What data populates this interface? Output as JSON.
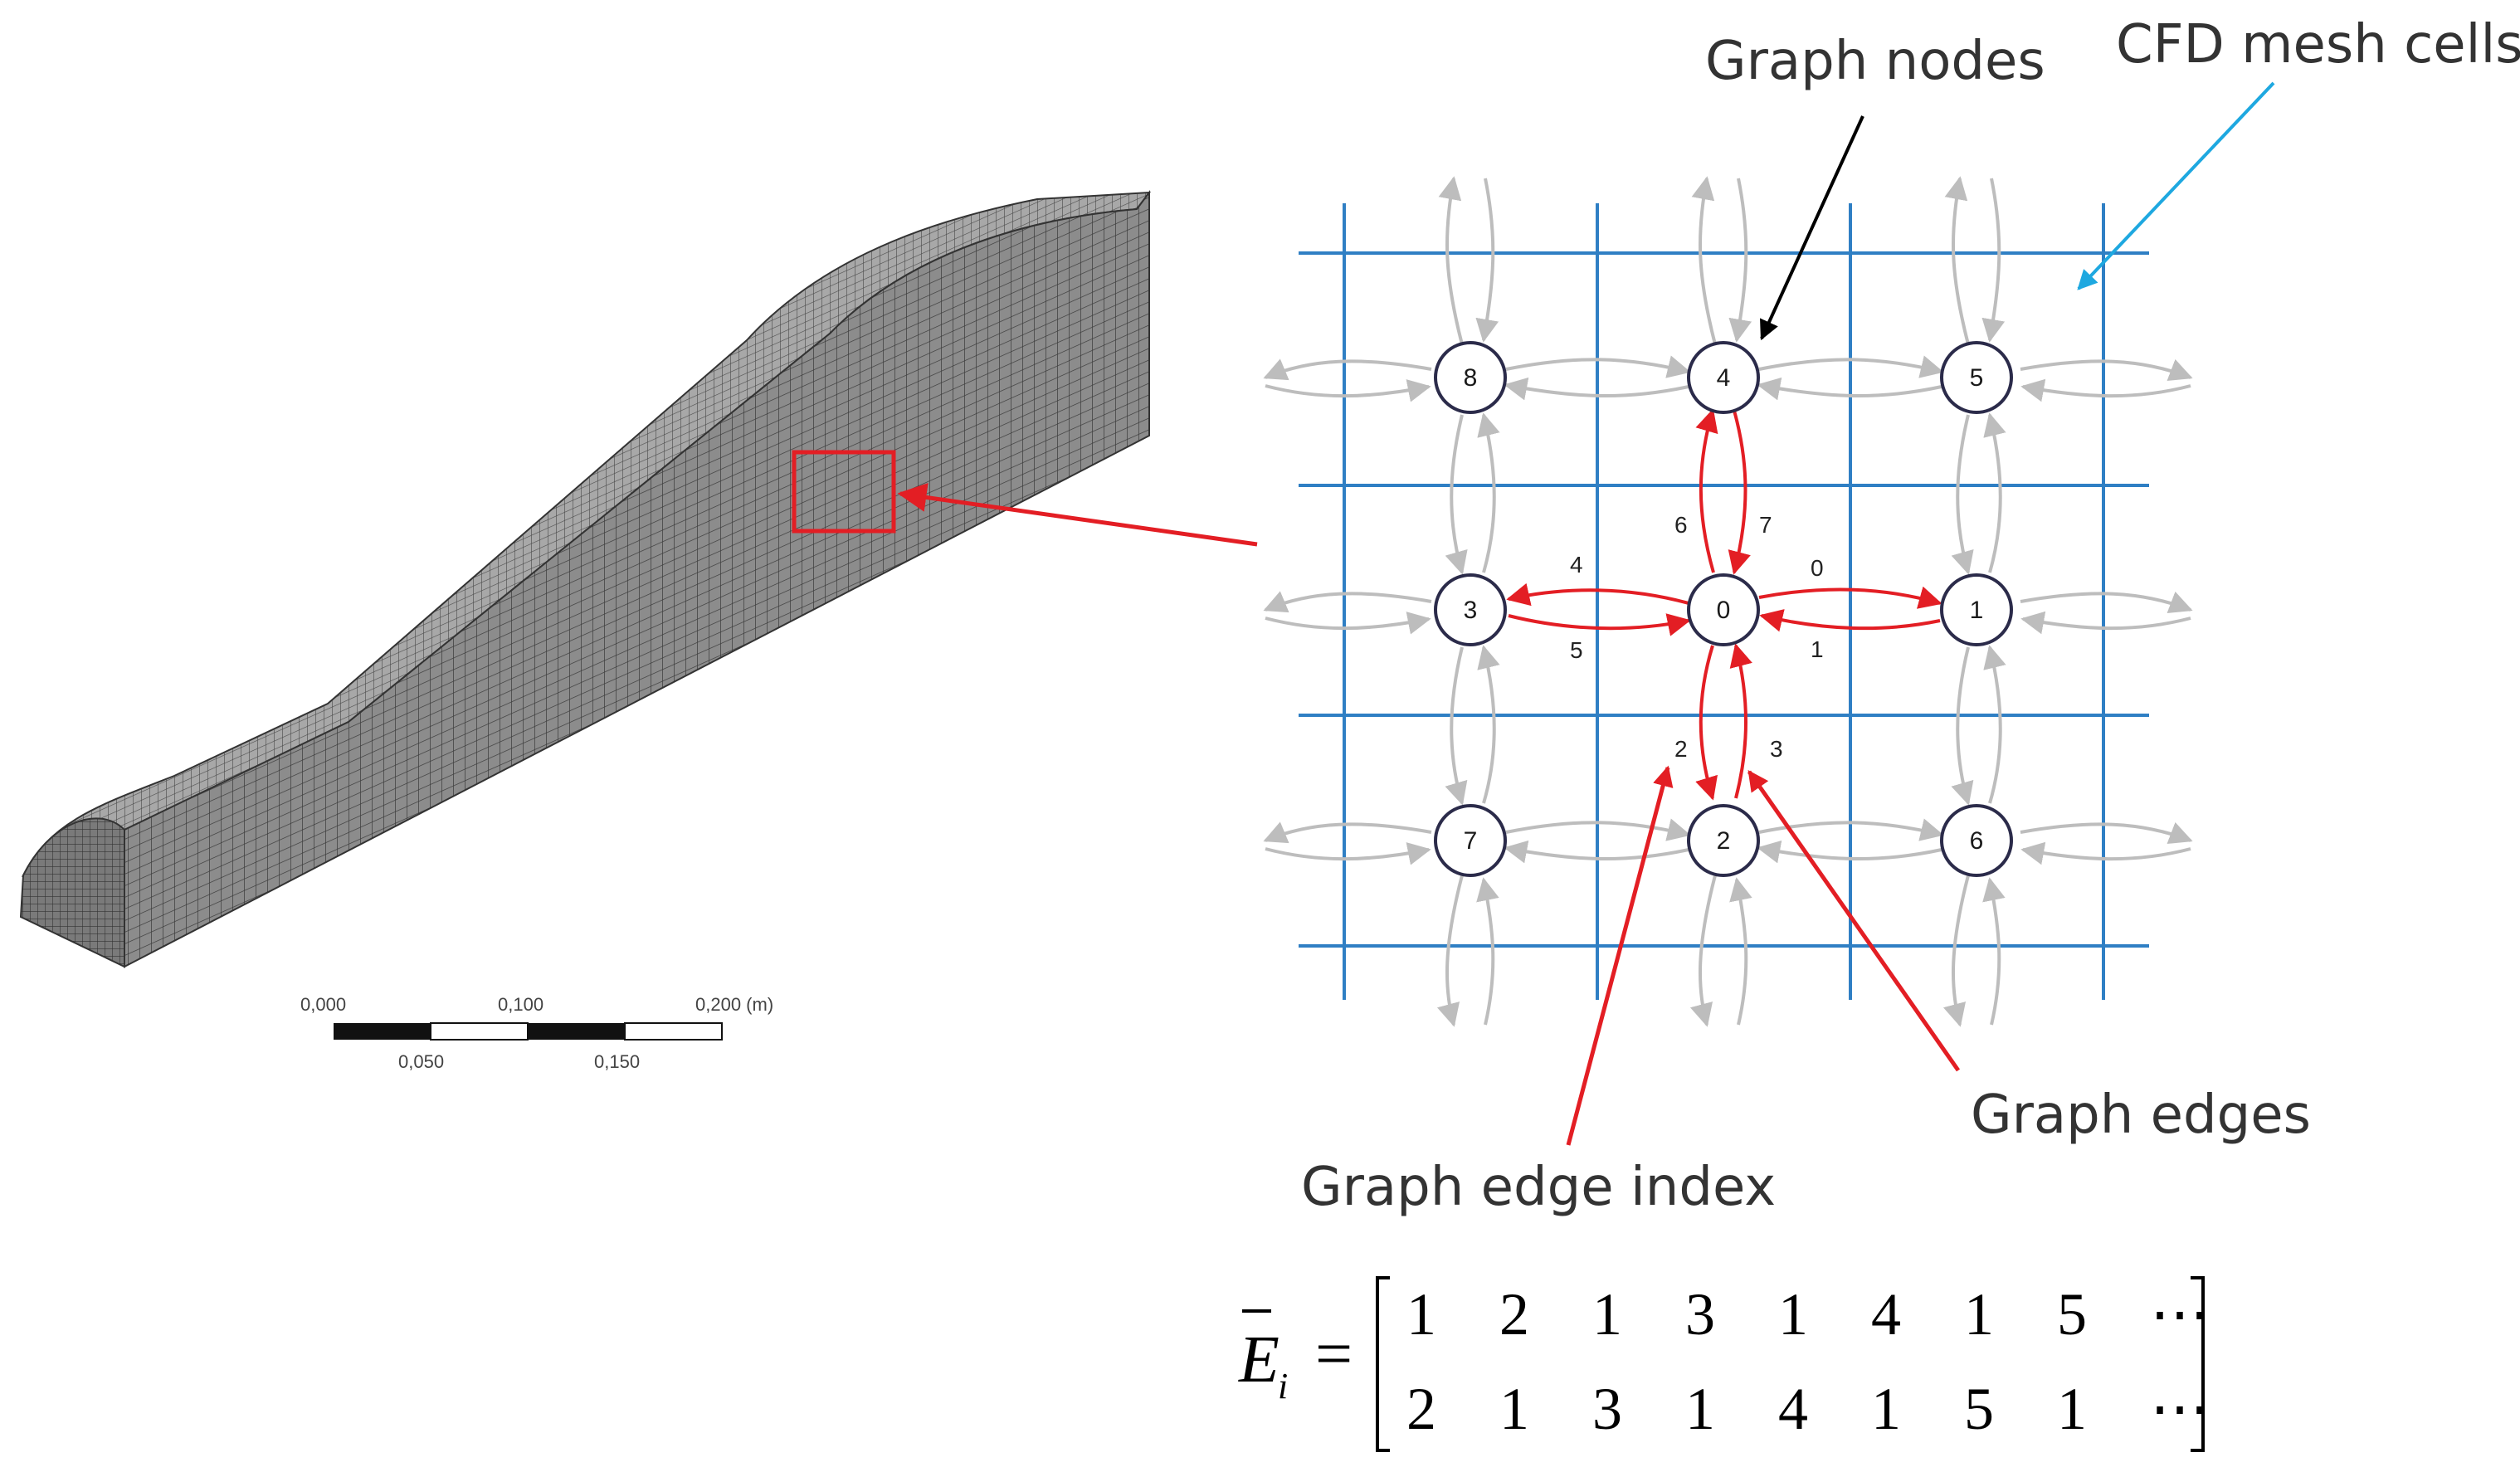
{
  "labels": {
    "graph_nodes": "Graph nodes",
    "cfd_mesh_cells": "CFD mesh cells",
    "graph_edges": "Graph edges",
    "graph_edge_index": "Graph edge index"
  },
  "scale_bar": {
    "top_ticks": [
      "0,000",
      "0,100",
      "0,200 (m)"
    ],
    "bottom_ticks": [
      "0,050",
      "0,150"
    ]
  },
  "nodes": [
    {
      "id": "8",
      "row": 0,
      "col": 0
    },
    {
      "id": "4",
      "row": 0,
      "col": 1
    },
    {
      "id": "5",
      "row": 0,
      "col": 2
    },
    {
      "id": "3",
      "row": 1,
      "col": 0
    },
    {
      "id": "0",
      "row": 1,
      "col": 1
    },
    {
      "id": "1",
      "row": 1,
      "col": 2
    },
    {
      "id": "7",
      "row": 2,
      "col": 0
    },
    {
      "id": "2",
      "row": 2,
      "col": 1
    },
    {
      "id": "6",
      "row": 2,
      "col": 2
    }
  ],
  "edge_indices": {
    "e0": "0",
    "e1": "1",
    "e2": "2",
    "e3": "3",
    "e4": "4",
    "e5": "5",
    "e6": "6",
    "e7": "7"
  },
  "formula": {
    "lhs_symbol": "E",
    "lhs_subscript": "i",
    "equals": "=",
    "row1": [
      "1",
      "2",
      "1",
      "3",
      "1",
      "4",
      "1",
      "5",
      "⋯"
    ],
    "row2": [
      "2",
      "1",
      "3",
      "1",
      "4",
      "1",
      "5",
      "1",
      "⋯"
    ]
  },
  "colors": {
    "mesh_lines": "#2f7fc4",
    "graph_edges": "#e31e24",
    "neighbor_edges": "#bdbdbd",
    "node_stroke": "#2b2b4a",
    "cfd_arrow": "#1ea8e0",
    "node_arrow": "#000000",
    "mesh_surface": "#8a8a8a"
  }
}
